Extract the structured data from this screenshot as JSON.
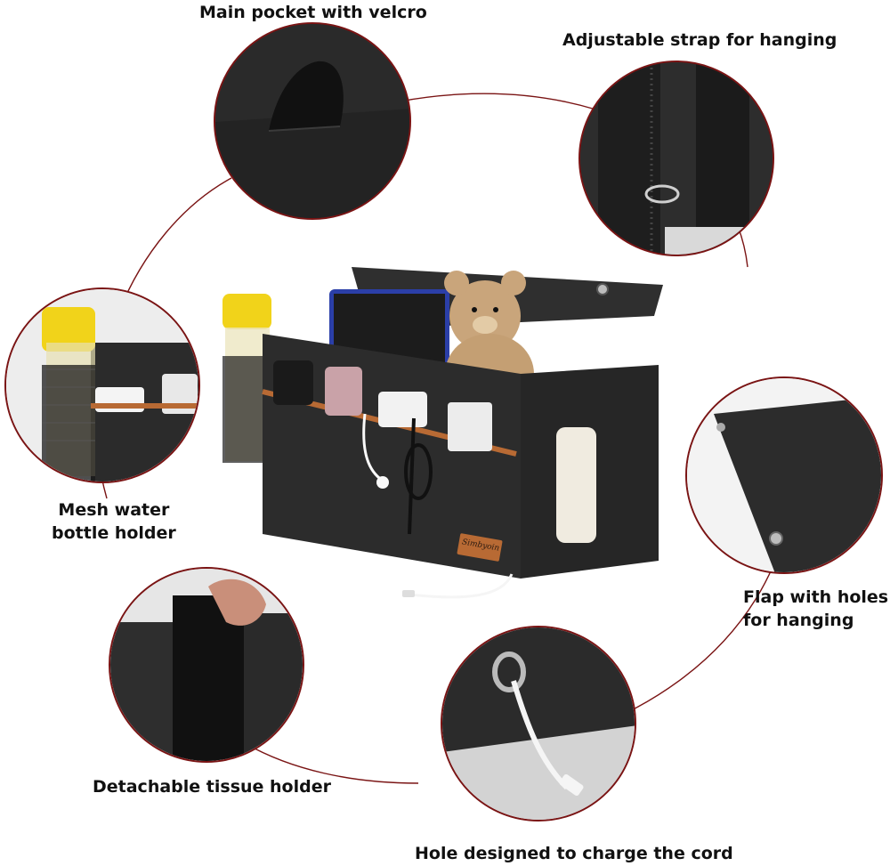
{
  "labels": {
    "main_pocket": "Main pocket with velcro",
    "strap": "Adjustable strap for hanging",
    "mesh_1": "Mesh water",
    "mesh_2": "bottle holder",
    "flap_1": "Flap with holes",
    "flap_2": "for hanging",
    "tissue": "Detachable tissue holder",
    "cord": "Hole designed to charge the cord"
  },
  "product": {
    "brand_tag": "Simbyoin"
  },
  "colors": {
    "felt": "#2b2b2b",
    "ring": "#7a1414",
    "trim": "#b86a34"
  }
}
